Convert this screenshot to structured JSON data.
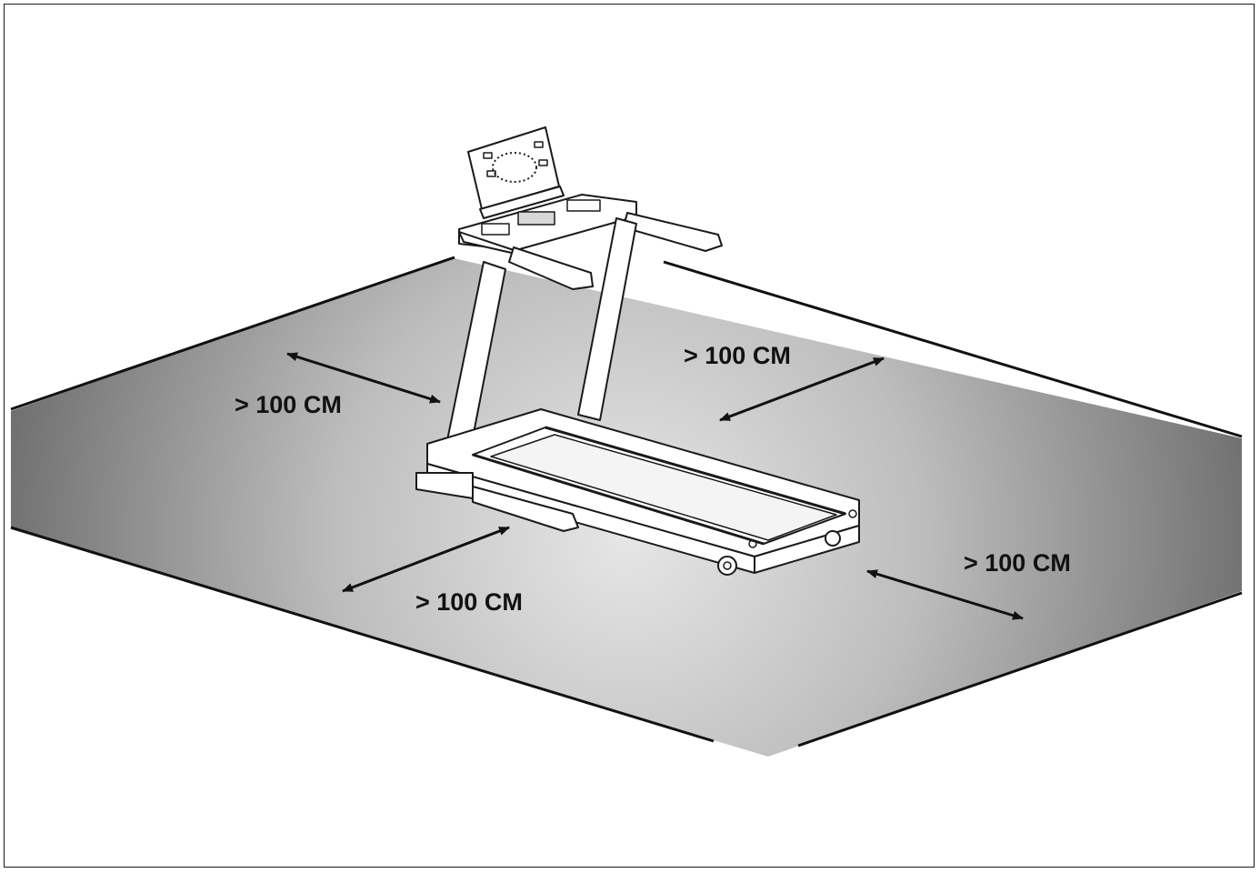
{
  "diagram": {
    "labels": {
      "left": "> 100 CM",
      "back": "> 100 CM",
      "front": "> 100 CM",
      "right": "> 100 CM"
    },
    "colors": {
      "floor_center": "#e6e6e6",
      "floor_edge": "#6f6f6f",
      "line": "#111111",
      "machine": "#ffffff"
    },
    "icons": [
      "double-arrow-icon",
      "treadmill-illustration"
    ]
  }
}
